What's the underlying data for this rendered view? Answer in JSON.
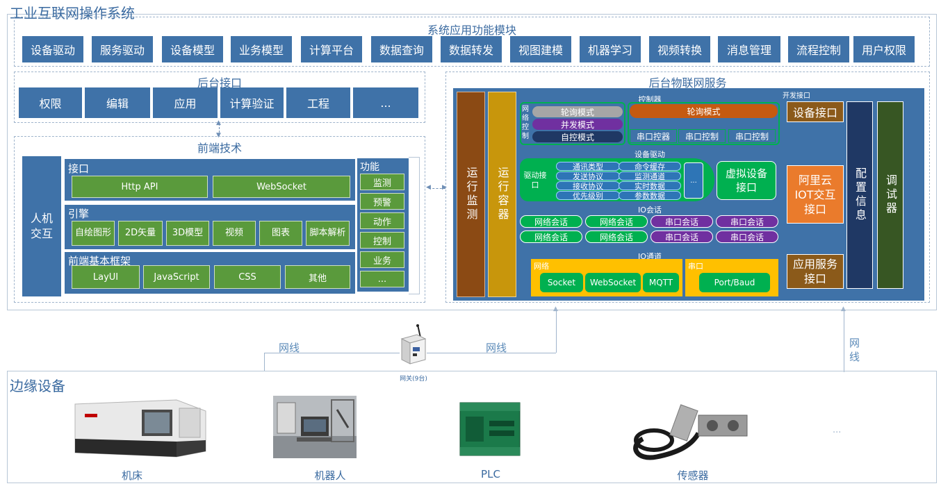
{
  "system": {
    "title": "工业互联网操作系统",
    "app_modules_title": "系统应用功能模块",
    "app_modules": [
      "设备驱动",
      "服务驱动",
      "设备模型",
      "业务模型",
      "计算平台",
      "数据查询",
      "数据转发",
      "视图建模",
      "机器学习",
      "视频转换",
      "消息管理",
      "流程控制",
      "用户权限"
    ]
  },
  "backend_interface": {
    "title": "后台接口",
    "items": [
      "权限",
      "编辑",
      "应用",
      "计算验证",
      "工程",
      "..."
    ]
  },
  "frontend": {
    "title": "前端技术",
    "hci_label": "人机交互",
    "interface_title": "接口",
    "interface_items": [
      "Http API",
      "WebSocket"
    ],
    "engine_title": "引擎",
    "engine_items": [
      "自绘图形",
      "2D矢量",
      "3D模型",
      "视频",
      "图表",
      "脚本解析"
    ],
    "framework_title": "前端基本框架",
    "framework_items": [
      "LayUI",
      "JavaScript",
      "CSS",
      "其他"
    ],
    "function_title": "功能",
    "function_items": [
      "监测",
      "预警",
      "动作",
      "控制",
      "业务",
      "..."
    ]
  },
  "iot": {
    "title": "后台物联网服务",
    "run_monitor": "运行监测",
    "run_container": "运行容器",
    "controller_title": "控制器",
    "network_control_label": "网络控制",
    "left_modes": [
      "轮询模式",
      "并发模式",
      "自控模式"
    ],
    "right_mode": "轮询模式",
    "serial_controls": [
      "串口控器",
      "串口控制",
      "串口控制"
    ],
    "device_driver_title": "设备驱动",
    "driver_interface_label": "驱动接口",
    "driver_items_left": [
      "通讯类型",
      "发送协议",
      "接收协议",
      "优先级别"
    ],
    "driver_items_right": [
      "命令缓存",
      "监测通道",
      "实时数据",
      "参数数据"
    ],
    "driver_more": "...",
    "virtual_device": "虚拟设备接口",
    "io_session_title": "IO会话",
    "sessions_row1": [
      "网络会话",
      "网络会话",
      "串口会话",
      "串口会话"
    ],
    "sessions_row2": [
      "网络会话",
      "网络会话",
      "串口会话",
      "串口会话"
    ],
    "io_channel_title": "IO通道",
    "net_label": "网络",
    "net_items": [
      "Socket",
      "WebSocket",
      "MQTT"
    ],
    "serial_label": "串口",
    "serial_item": "Port/Baud",
    "dev_interface_title": "开发接口",
    "device_interface": "设备接口",
    "aliyun": "阿里云IOT交互接口",
    "app_service": "应用服务接口",
    "config_info": "配置信息",
    "debugger": "调试器"
  },
  "links": {
    "wire_left": "网线",
    "wire_mid": "网线",
    "wire_right": "网线",
    "gateway_caption": "网关(9台)"
  },
  "edge": {
    "title": "边缘设备",
    "devices": [
      "机床",
      "机器人",
      "PLC",
      "传感器"
    ],
    "more": "..."
  },
  "colors": {
    "module_blue": "#3f72a8",
    "green": "#5a9a3c",
    "brown": "#8b4a14",
    "gold": "#c8960c",
    "orange": "#ea7b2c",
    "dark_navy": "#1f3864",
    "dark_green": "#375623",
    "purple": "#7030a0",
    "bright_green": "#00b050",
    "yellow": "#ffc000"
  }
}
